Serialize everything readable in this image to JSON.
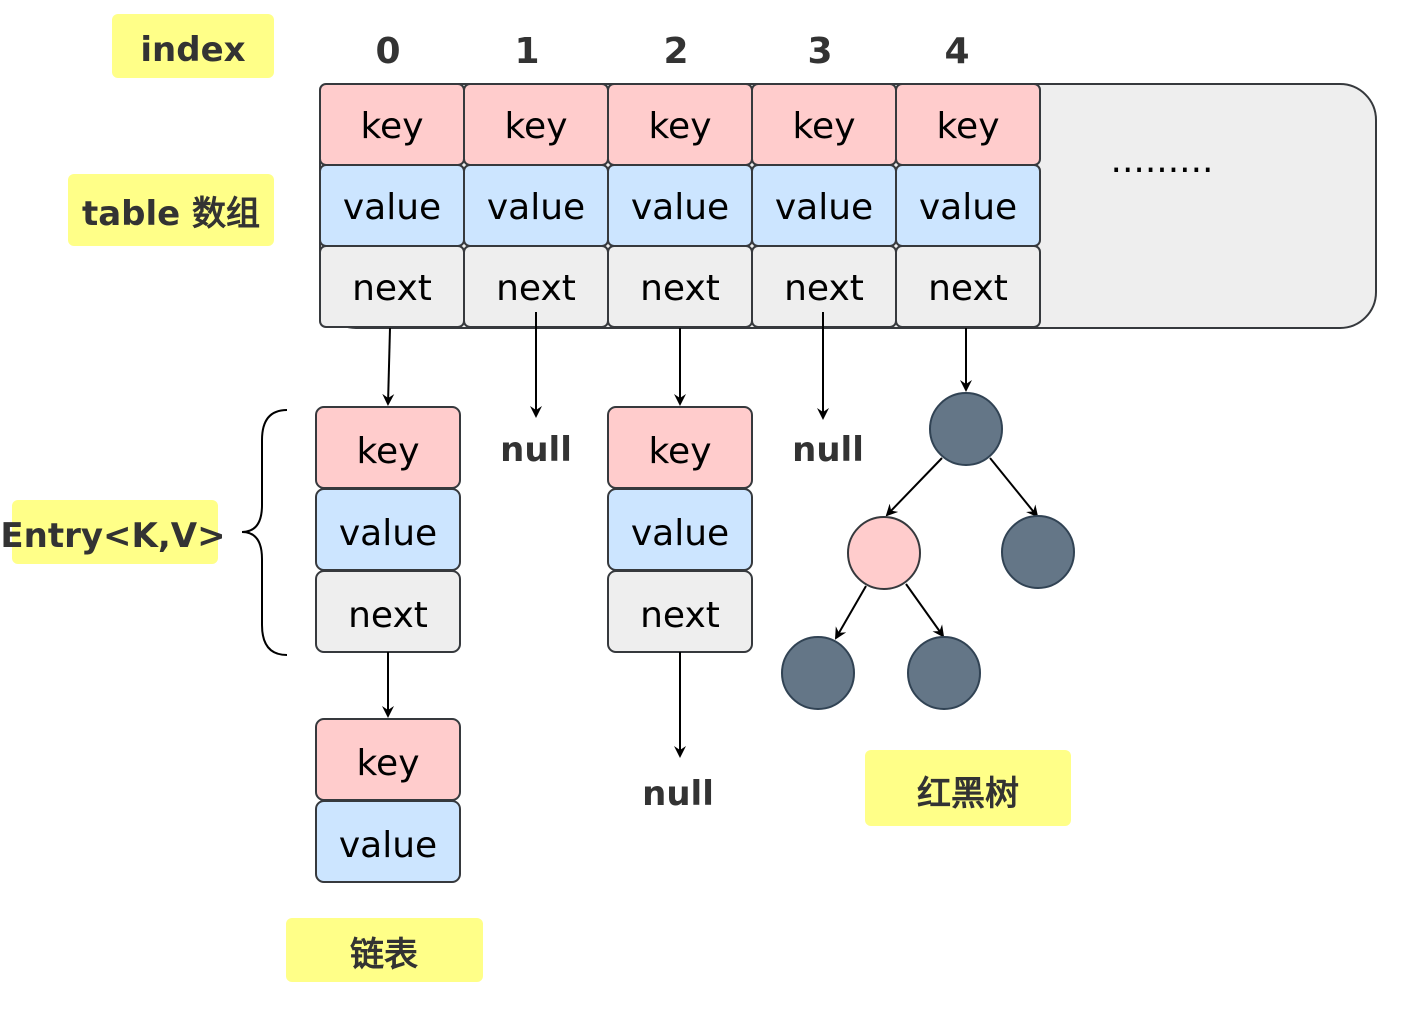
{
  "labels": {
    "index": "index",
    "table": "table 数组",
    "entry": "Entry<K,V>",
    "linked_list": "链表",
    "red_black_tree": "红黑树",
    "ellipsis": "........."
  },
  "indices": [
    "0",
    "1",
    "2",
    "3",
    "4"
  ],
  "cell_labels": {
    "key": "key",
    "value": "value",
    "next": "next"
  },
  "null_label": "null",
  "colors": {
    "key_fill": "#ffcccc",
    "value_fill": "#cce5ff",
    "next_fill": "#eeeeee",
    "table_fill": "#eeeeee",
    "label_highlight": "#ffff88",
    "tree_black_node": "#647687",
    "tree_red_node": "#ffcccc",
    "stroke": "#36393d"
  },
  "buckets": [
    {
      "index": "0",
      "points_to": "linked-list"
    },
    {
      "index": "1",
      "points_to": "null"
    },
    {
      "index": "2",
      "points_to": "entry"
    },
    {
      "index": "3",
      "points_to": "null"
    },
    {
      "index": "4",
      "points_to": "red-black-tree"
    }
  ],
  "tree_nodes": [
    {
      "color": "black"
    },
    {
      "color": "red"
    },
    {
      "color": "black"
    },
    {
      "color": "black"
    },
    {
      "color": "black"
    }
  ]
}
